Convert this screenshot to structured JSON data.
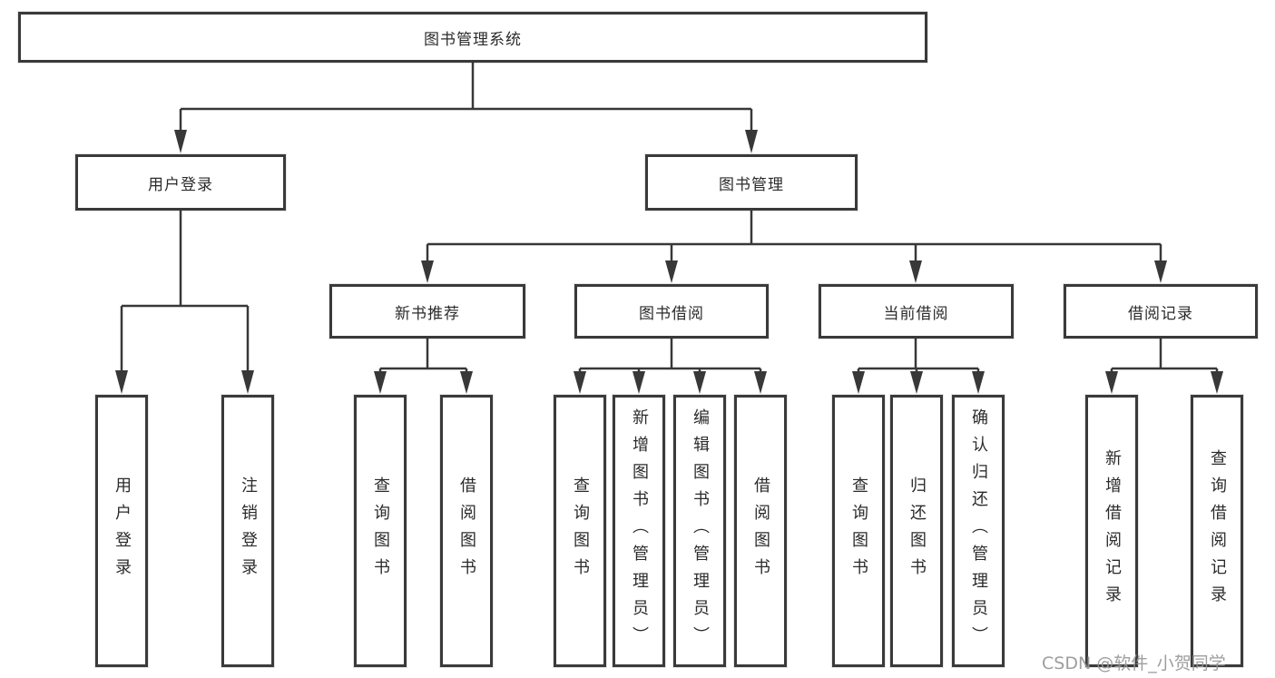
{
  "diagram": {
    "root": {
      "label": "图书管理系统"
    },
    "branches": [
      {
        "label": "用户登录",
        "children": [
          {
            "label": "用户登录"
          },
          {
            "label": "注销登录"
          }
        ]
      },
      {
        "label": "图书管理",
        "children": [
          {
            "label": "新书推荐",
            "children": [
              {
                "label": "查询图书"
              },
              {
                "label": "借阅图书"
              }
            ]
          },
          {
            "label": "图书借阅",
            "children": [
              {
                "label": "查询图书"
              },
              {
                "label": "新增图书（管理员）"
              },
              {
                "label": "编辑图书（管理员）"
              },
              {
                "label": "借阅图书"
              }
            ]
          },
          {
            "label": "当前借阅",
            "children": [
              {
                "label": "查询图书"
              },
              {
                "label": "归还图书"
              },
              {
                "label": "确认归还（管理员）"
              }
            ]
          },
          {
            "label": "借阅记录",
            "children": [
              {
                "label": "新增借阅记录"
              },
              {
                "label": "查询借阅记录"
              }
            ]
          }
        ]
      }
    ]
  },
  "watermark": {
    "text": "CSDN @软件_小贺同学"
  },
  "colors": {
    "line": "#383838",
    "border": "#3a3a3a",
    "box_bg": "#ffffff",
    "text": "#2b2b2b",
    "watermark": "#969696"
  }
}
